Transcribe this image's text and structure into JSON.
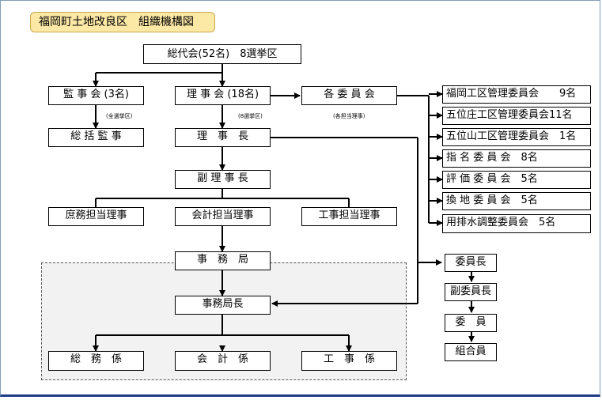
{
  "title": "福岡町土地改良区　組織機構図",
  "nodes": {
    "representatives": "総代会(52名)　8選挙区",
    "auditors": "監 事 会 (3名)",
    "directors": "理 事 会 (18名)",
    "committees": "各 委 員 会",
    "chief_auditor": "総 括 監 事",
    "chairman": "理　事　長",
    "vice_chairman": "副 理 事 長",
    "general_affairs_director": "庶務担当理事",
    "accounting_director": "会計担当理事",
    "construction_director": "工事担当理事",
    "secretariat": "事　務　局",
    "secretariat_head": "事務局長",
    "general_affairs_staff": "総　務　係",
    "accounting_staff": "会　計　係",
    "construction_staff": "工　事　係",
    "committee_chair": "委員長",
    "committee_vice_chair": "副委員長",
    "committee_member": "委　員",
    "union_member": "組合員"
  },
  "notes": {
    "auditors_note": "(全選挙区)",
    "directors_note": "(8選挙区)",
    "committees_note": "(各担当理事)"
  },
  "committee_list": [
    "福岡工区管理委員会　　9名",
    "五位庄工区管理委員会11名",
    "五位山工区管理委員会　1名",
    "指 名 委 員 会　8名",
    "評 価 委 員 会　5名",
    "換 地 委 員 会　5名",
    "用排水調整委員会　5名"
  ]
}
